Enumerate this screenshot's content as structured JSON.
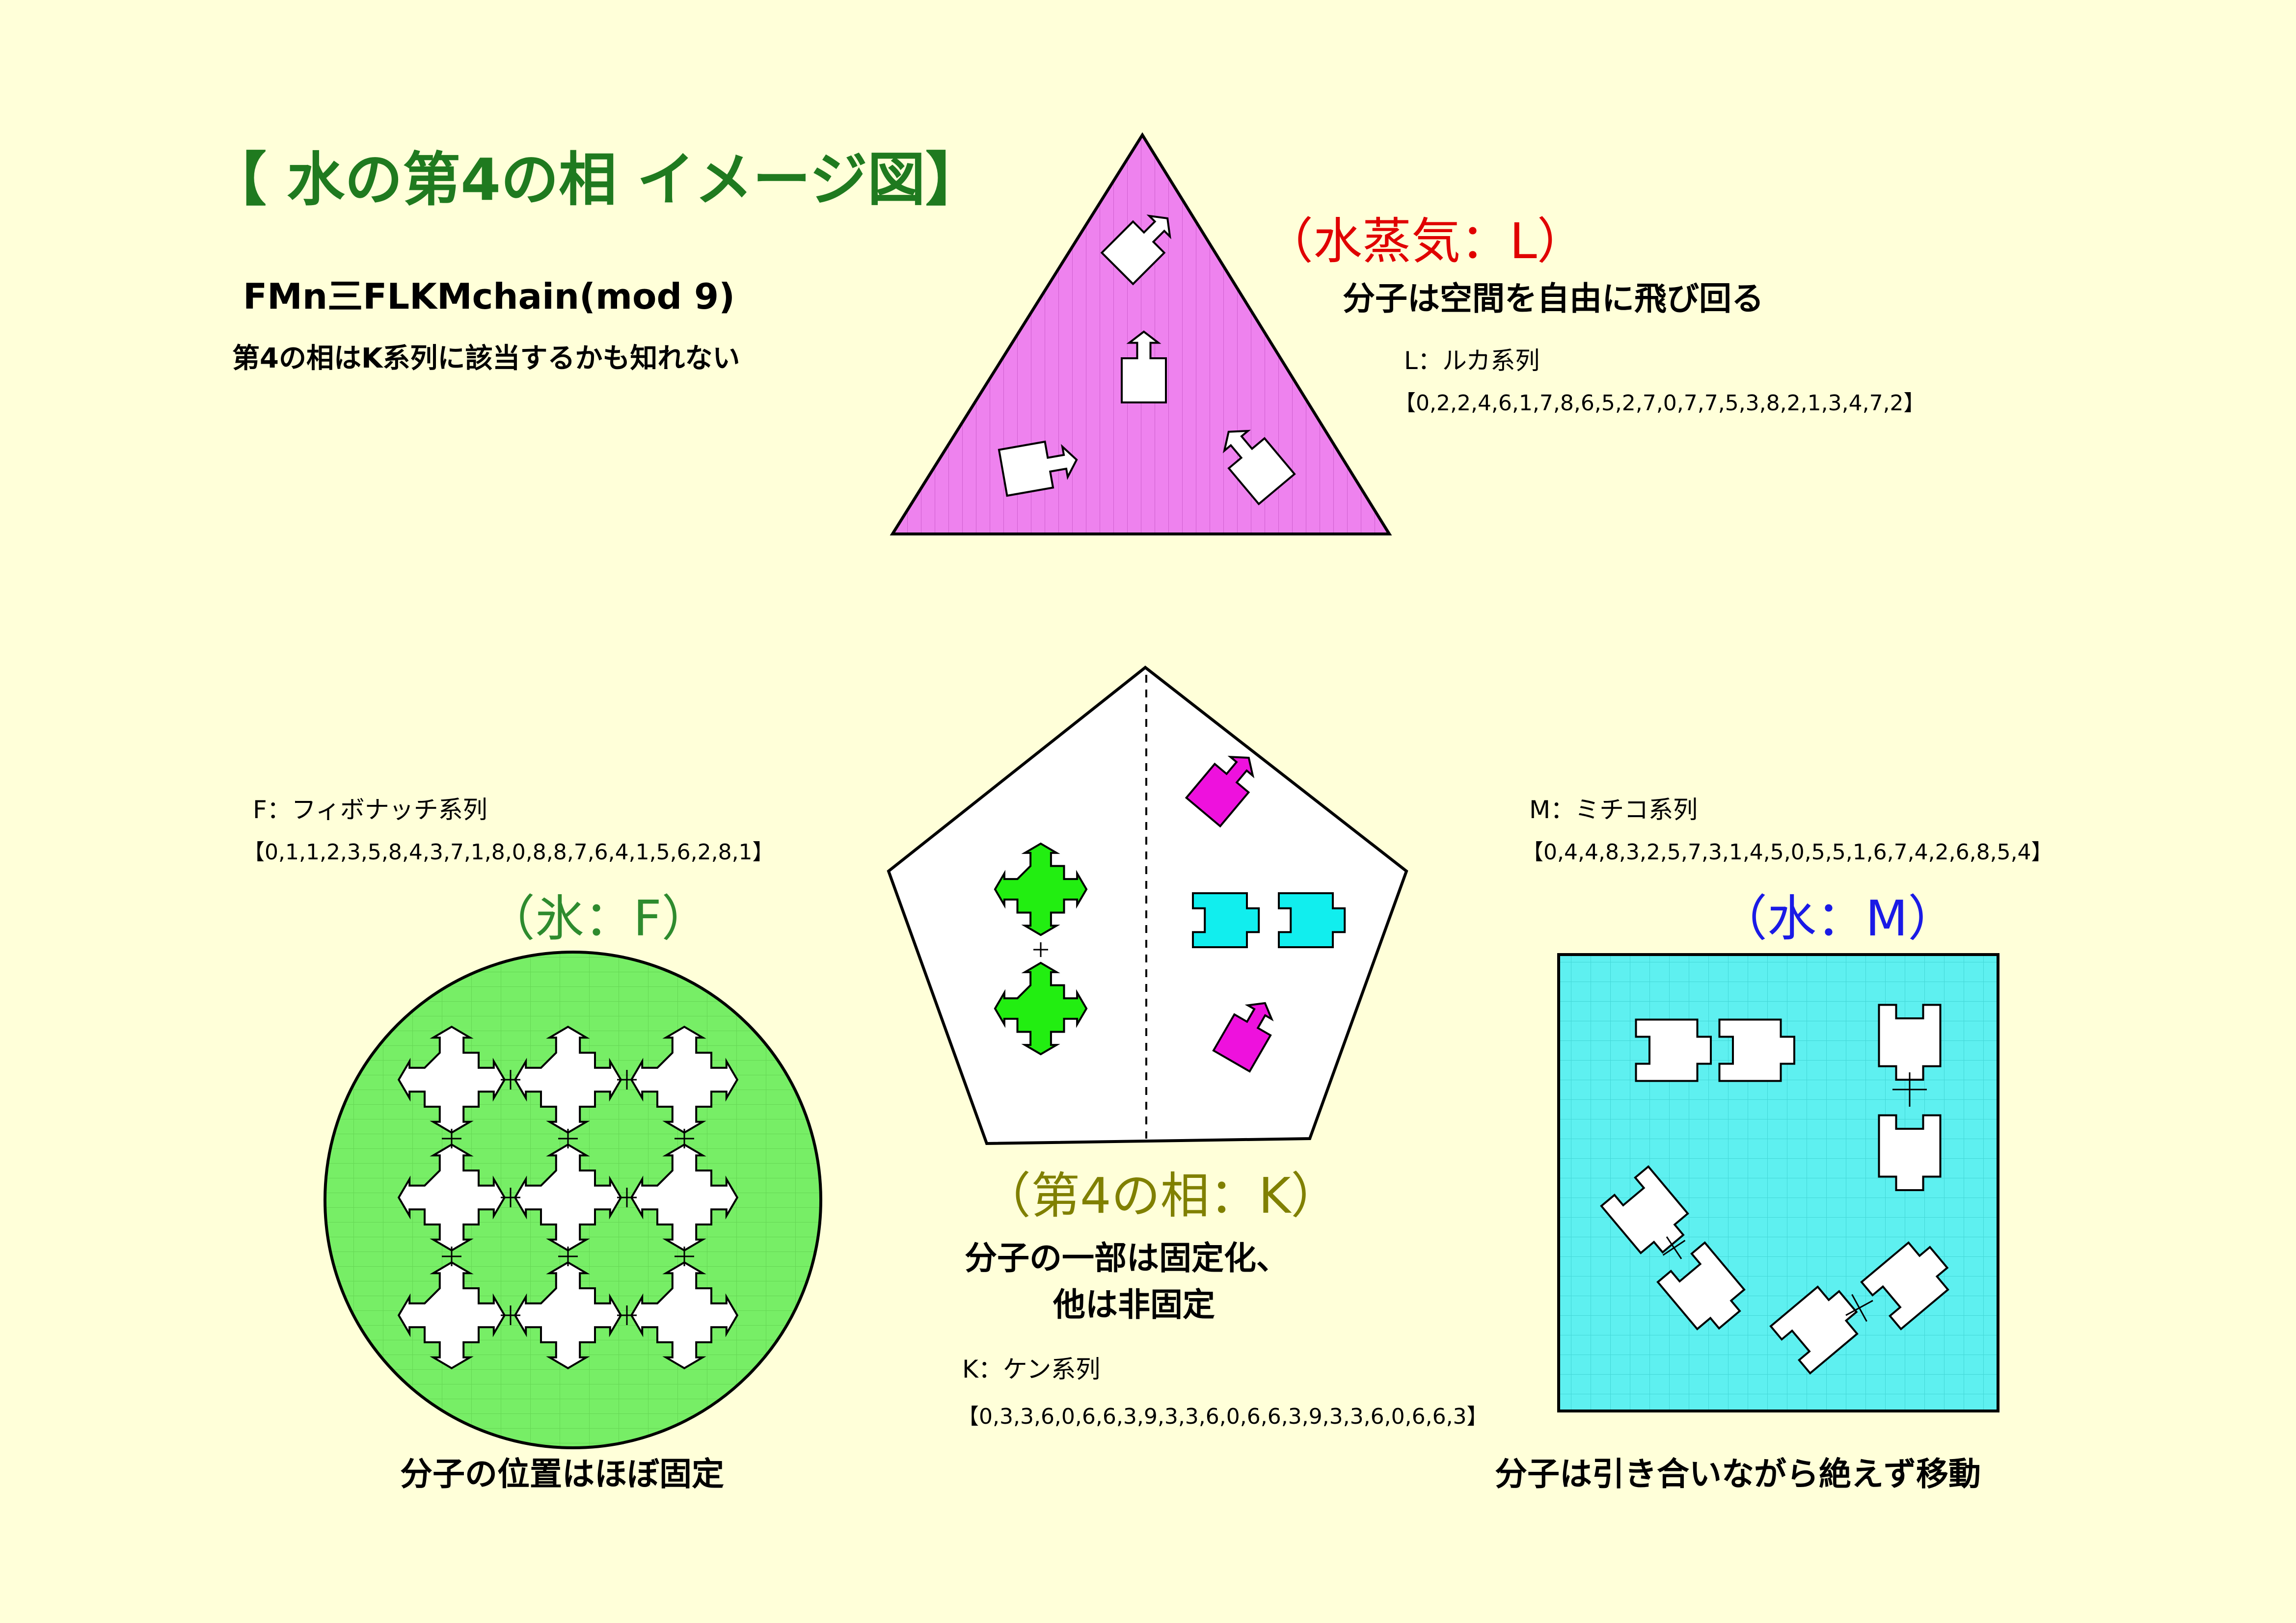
{
  "title": "【 水の第4の相 イメージ図】",
  "formula": "FMn三FLKMchain(mod 9)",
  "note": "第4の相はK系列に該当するかも知れない",
  "vapor": {
    "phase_label": "（水蒸気：L）",
    "description": "分子は空間を自由に飛び回る",
    "series_name": "L：ルカ系列",
    "series": "【0,2,2,4,6,1,7,8,6,5,2,7,0,7,7,5,3,8,2,1,3,4,7,2】"
  },
  "ice": {
    "phase_label": "（氷：F）",
    "description": "分子の位置はほぼ固定",
    "series_name": "F：フィボナッチ系列",
    "series": "【0,1,1,2,3,5,8,4,3,7,1,8,0,8,8,7,6,4,1,5,6,2,8,1】"
  },
  "fourth": {
    "phase_label": "（第4の相：K）",
    "description_line1": "分子の一部は固定化、",
    "description_line2": "他は非固定",
    "series_name": "K：ケン系列",
    "series": "【0,3,3,6,0,6,6,3,9,3,3,6,0,6,6,3,9,3,3,6,0,6,6,3】"
  },
  "water": {
    "phase_label": "（水：M）",
    "description": "分子は引き合いながら絶えず移動",
    "series_name": "M：ミチコ系列",
    "series": "【0,4,4,8,3,2,5,7,3,1,4,5,0,5,5,1,6,7,4,2,6,8,5,4】"
  },
  "colors": {
    "background": "#ffffd9",
    "title": "#1f7a1f",
    "vapor_fill": "#ee82ee",
    "vapor_label": "#e00000",
    "ice_fill": "#77ee66",
    "ice_label": "#2e8b2e",
    "fourth_label": "#808000",
    "water_fill": "#5ef0f0",
    "water_label": "#1a1ae6",
    "green_molecule": "#22ee11",
    "cyan_molecule": "#11eeee",
    "magenta_molecule": "#ee11dd",
    "molecule_default": "#ffffff"
  },
  "icons": [
    "cross-molecule-icon",
    "bar-molecule-icon",
    "arrow-molecule-icon"
  ]
}
